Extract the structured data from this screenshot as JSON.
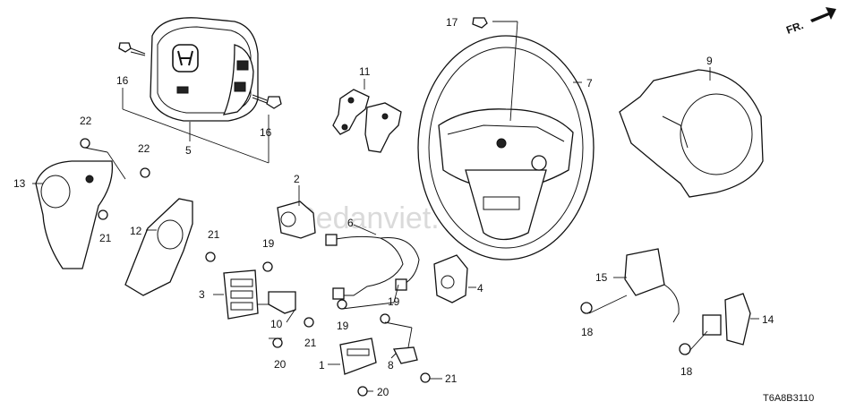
{
  "direction_label": "FR.",
  "diagram_code": "T6A8B3110",
  "watermark": "Sedanviet.vn",
  "callouts": {
    "c1": "1",
    "c2": "2",
    "c3": "3",
    "c4": "4",
    "c5": "5",
    "c6": "6",
    "c7": "7",
    "c8": "8",
    "c9": "9",
    "c10": "10",
    "c11": "11",
    "c12": "12",
    "c13": "13",
    "c14": "14",
    "c15": "15",
    "c16a": "16",
    "c16b": "16",
    "c17": "17",
    "c18a": "18",
    "c18b": "18",
    "c19a": "19",
    "c19b": "19",
    "c19c": "19",
    "c20a": "20",
    "c20b": "20",
    "c21a": "21",
    "c21b": "21",
    "c21c": "21",
    "c21d": "21",
    "c22a": "22",
    "c22b": "22"
  }
}
